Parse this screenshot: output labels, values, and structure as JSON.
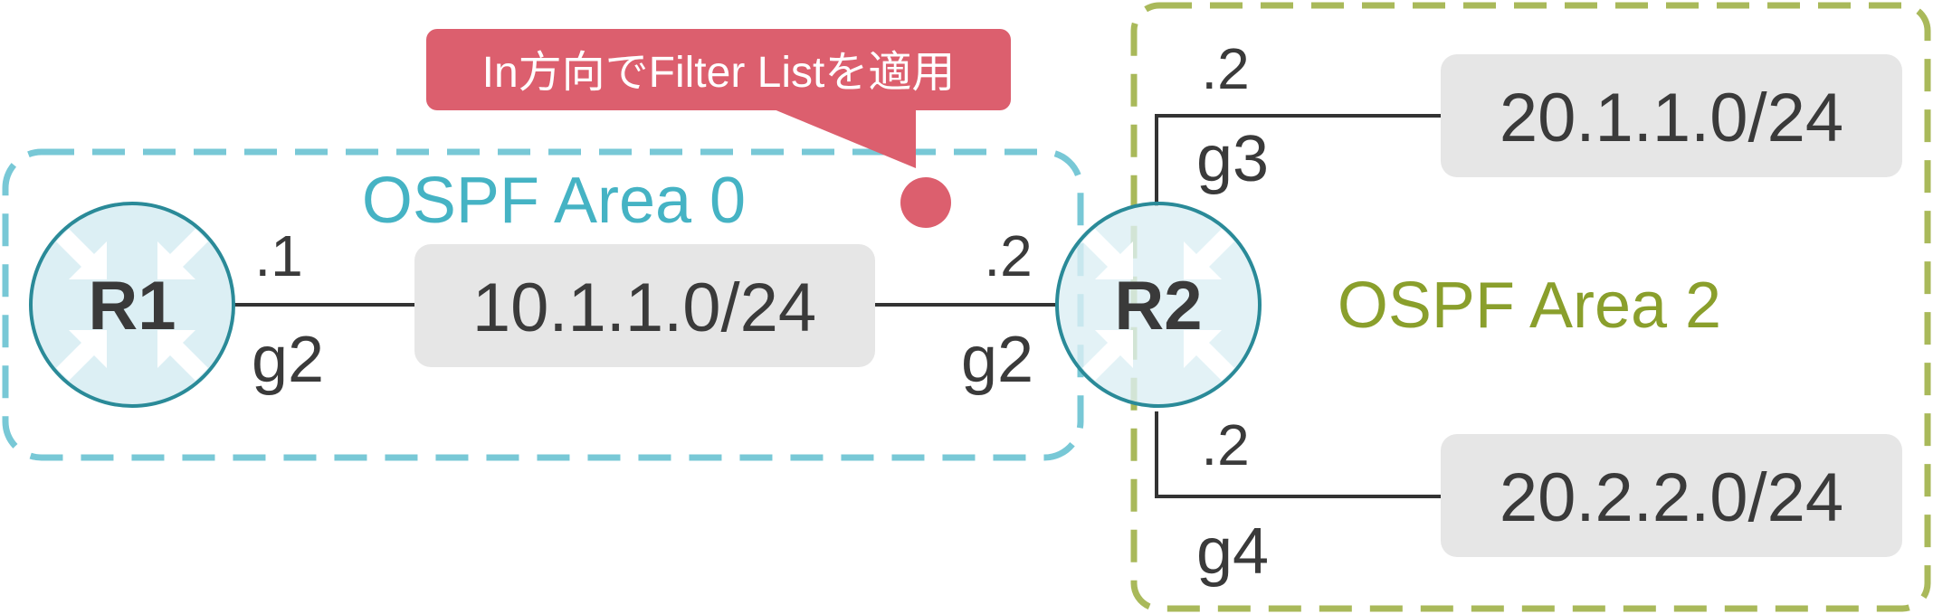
{
  "callout": {
    "text": "In方向でFilter Listを適用"
  },
  "areas": {
    "area0": {
      "label": "OSPF Area 0"
    },
    "area2": {
      "label": "OSPF Area 2"
    }
  },
  "routers": {
    "r1": {
      "name": "R1",
      "g2_ip": ".1",
      "g2_if": "g2"
    },
    "r2": {
      "name": "R2",
      "g2_ip": ".2",
      "g2_if": "g2",
      "g3_ip": ".2",
      "g3_if": "g3",
      "g4_ip": ".2",
      "g4_if": "g4"
    }
  },
  "networks": {
    "n1": "10.1.1.0/24",
    "n2": "20.1.1.0/24",
    "n3": "20.2.2.0/24"
  },
  "colors": {
    "area0": "#78c8d6",
    "area0_text": "#45b3c4",
    "area2": "#a9b95a",
    "area2_text": "#8a9f2c",
    "callout": "#dc5f6e",
    "router_fill": "#dceff4",
    "router_stroke": "#2a8a98",
    "network_box": "#e6e6e6",
    "line": "#333333",
    "text": "#3a3a3a"
  }
}
